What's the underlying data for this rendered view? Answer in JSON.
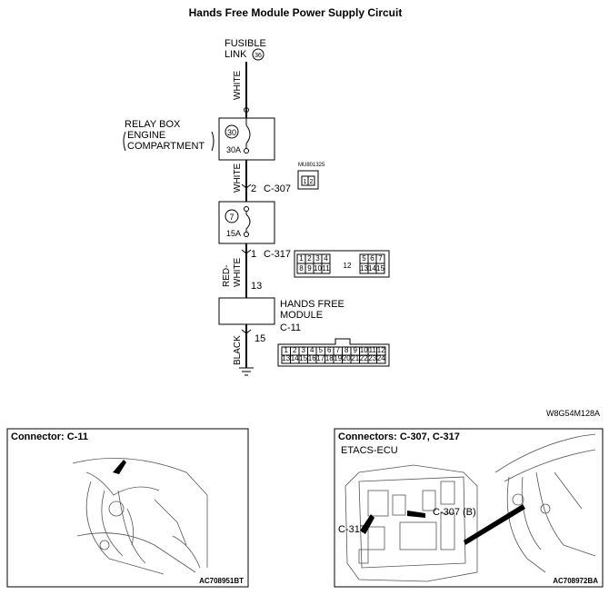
{
  "title": "Hands Free Module Power Supply Circuit",
  "fusible_link": {
    "line1": "FUSIBLE",
    "line2": "LINK",
    "number": "36"
  },
  "relay_box": {
    "line1": "RELAY BOX",
    "line2": "ENGINE",
    "line3": "COMPARTMENT",
    "fuse_number": "30",
    "fuse_rating": "30A"
  },
  "fuse_7": {
    "number": "7",
    "rating": "15A"
  },
  "wires": [
    {
      "color": "WHITE"
    },
    {
      "color": "WHITE"
    },
    {
      "color_top": "RED-",
      "color_bottom": "WHITE"
    },
    {
      "color": "BLACK"
    }
  ],
  "connector_c307": {
    "pin": "2",
    "label": "C-307",
    "code": "MU801325",
    "pins": [
      "1",
      "2"
    ]
  },
  "connector_c317": {
    "pin": "1",
    "label": "C-317",
    "row1": [
      "1",
      "2",
      "3",
      "4",
      "",
      "12",
      "",
      "5",
      "6",
      "7"
    ],
    "row2": [
      "8",
      "9",
      "10",
      "11",
      "",
      "",
      "",
      "13",
      "14",
      "15"
    ]
  },
  "module": {
    "line1": "HANDS FREE",
    "line2": "MODULE",
    "pin_in": "13",
    "connector": "C-11",
    "pin_out": "15"
  },
  "connector_c11": {
    "row1": [
      "1",
      "2",
      "3",
      "4",
      "5",
      "6",
      "7",
      "8",
      "9",
      "10",
      "11",
      "12"
    ],
    "row2": [
      "13",
      "14",
      "15",
      "16",
      "17",
      "18",
      "19",
      "20",
      "21",
      "22",
      "23",
      "24"
    ]
  },
  "figure_code": "W8G54M128A",
  "panel_left": {
    "title": "Connector: C-11",
    "code": "AC708951BT"
  },
  "panel_right": {
    "title": "Connectors: C-307, C-317",
    "subtitle": "ETACS-ECU",
    "label_c307": "C-307 (B)",
    "label_c317": "C-317",
    "code": "AC708972BA"
  }
}
